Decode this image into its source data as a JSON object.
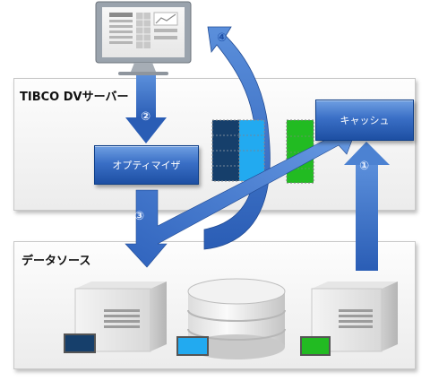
{
  "labels": {
    "server": "TIBCO DVサーバー",
    "data_source": "データソース",
    "optimizer": "オプティマイザ",
    "cache": "キャッシュ"
  },
  "steps": [
    "①",
    "②",
    "③",
    "④"
  ],
  "colors": {
    "arrow_blue": "#3a6fc6",
    "data_navy": "#163f6b",
    "data_cyan": "#22aaf0",
    "data_green": "#22bb22"
  },
  "icons": [
    "monitor-icon",
    "server-icon",
    "database-icon"
  ]
}
